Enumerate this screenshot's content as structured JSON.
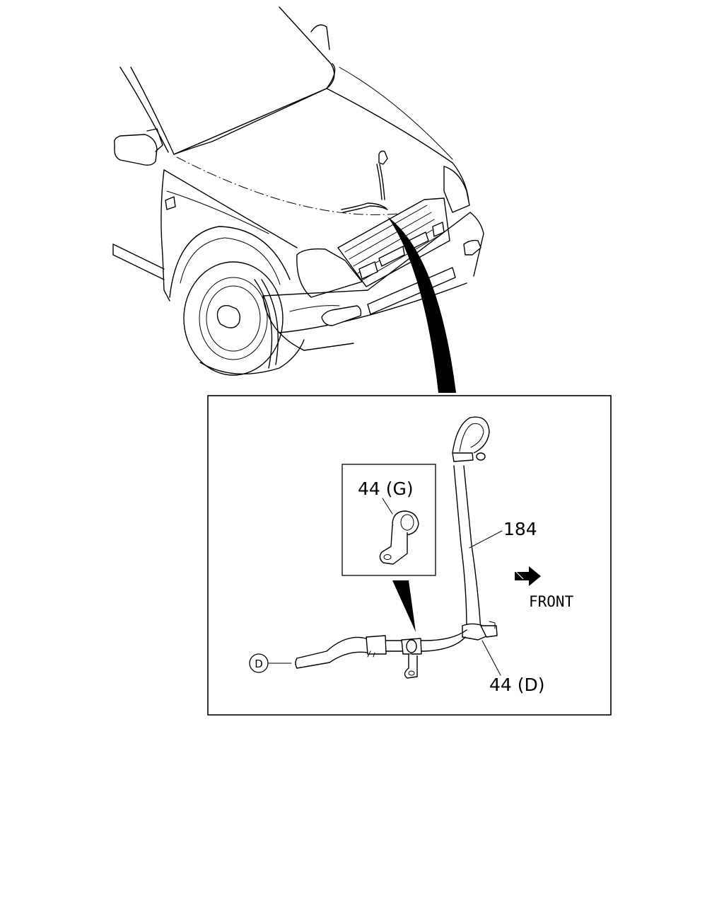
{
  "labels": {
    "hose": "184",
    "clip_g": "44 (G)",
    "clip_d": "44 (D)",
    "front": "FRONT",
    "connector": "D"
  },
  "icons": {
    "front_arrow": "front-direction-arrow-icon"
  }
}
